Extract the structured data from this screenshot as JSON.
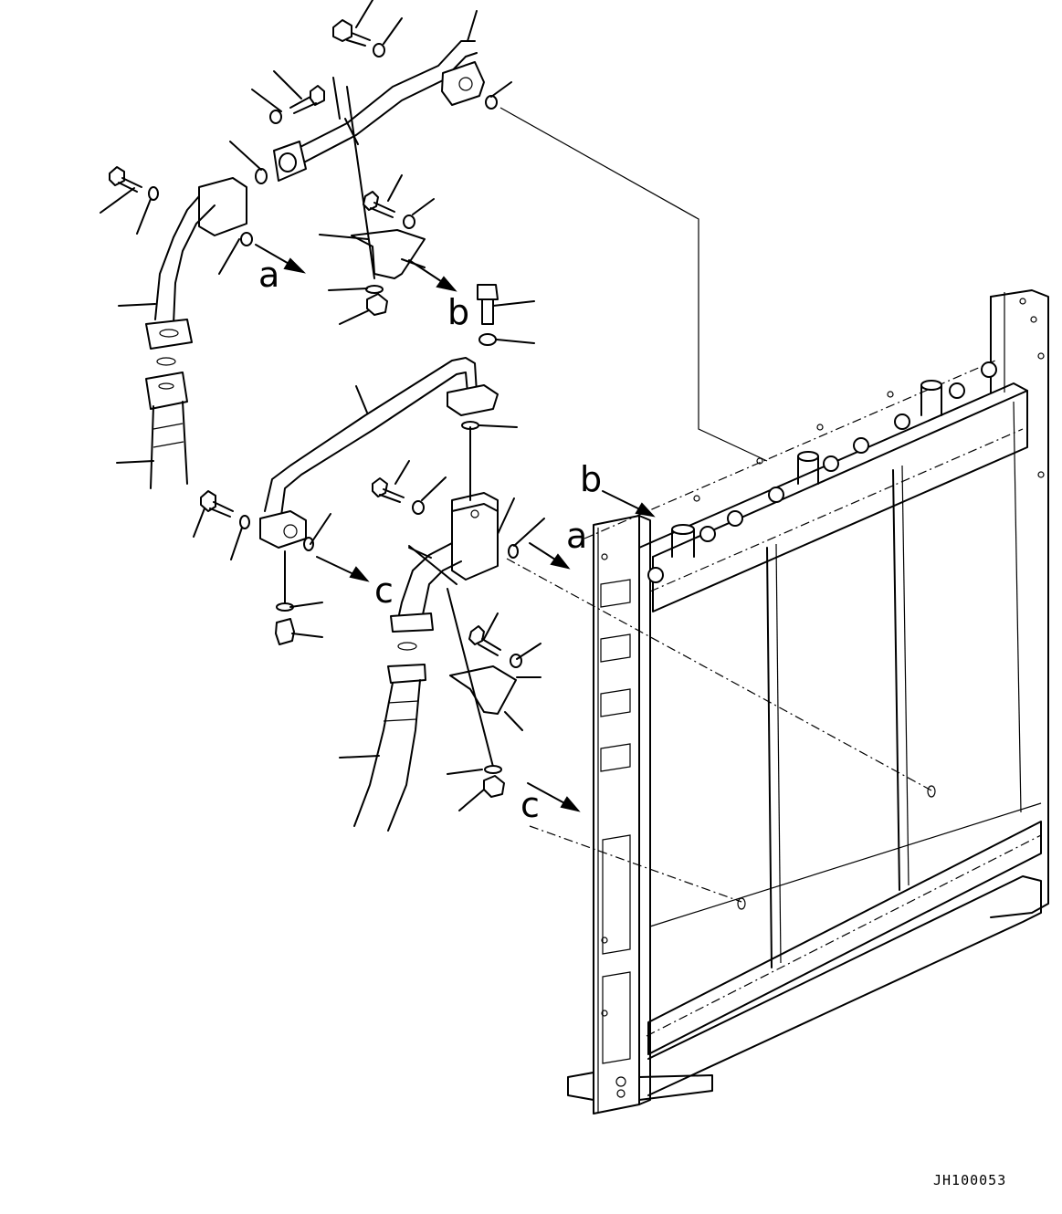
{
  "callouts": {
    "a_upper": "a",
    "b_upper": "b",
    "c_middle": "c",
    "b_right": "b",
    "a_right": "a",
    "c_lower": "c"
  },
  "drawing_code": "JH100053"
}
